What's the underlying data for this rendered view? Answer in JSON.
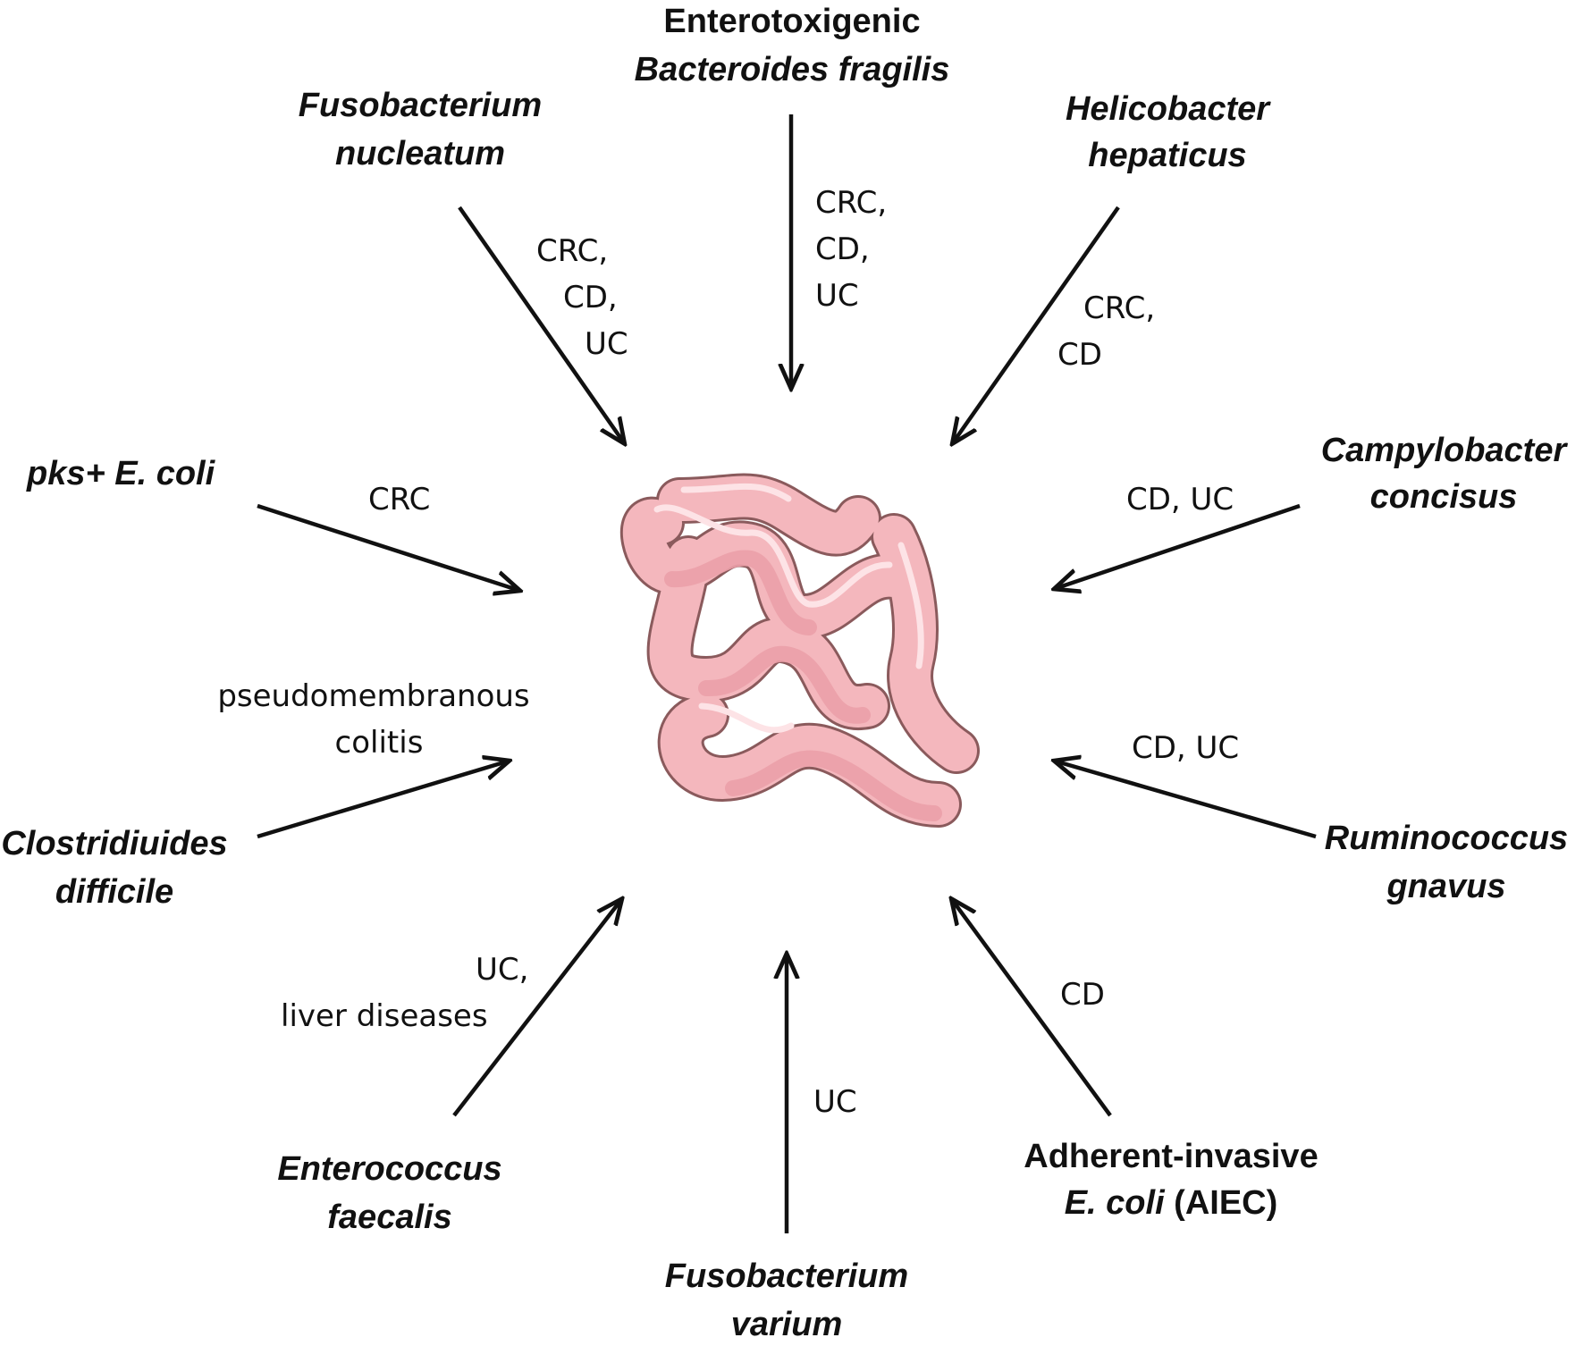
{
  "organisms": {
    "etbf": {
      "line1": "Enterotoxigenic",
      "line2": "Bacteroides fragilis"
    },
    "fuso_nucleatum": {
      "line1": "Fusobacterium",
      "line2": "nucleatum"
    },
    "helicobacter": {
      "line1": "Helicobacter",
      "line2": "hepaticus"
    },
    "pks_ecoli": {
      "line1": "pks+ E. coli"
    },
    "campylobacter": {
      "line1": "Campylobacter",
      "line2": "concisus"
    },
    "clostridiuides": {
      "line1": "Clostridiuides",
      "line2": "difficile"
    },
    "ruminococcus": {
      "line1": "Ruminococcus",
      "line2": "gnavus"
    },
    "enterococcus": {
      "line1": "Enterococcus",
      "line2": "faecalis"
    },
    "aiec": {
      "line1": "Adherent-invasive",
      "line2_italic": "E. coli",
      "line2_plain": " (AIEC)"
    },
    "fuso_varium": {
      "line1": "Fusobacterium",
      "line2": "varium"
    }
  },
  "diseases": {
    "etbf": [
      "CRC,",
      "CD,",
      "UC"
    ],
    "fuso_nucleatum": [
      "CRC,",
      "CD,",
      "UC"
    ],
    "helicobacter": [
      "CRC,",
      "CD"
    ],
    "pks_ecoli": [
      "CRC"
    ],
    "campylobacter": [
      "CD, UC"
    ],
    "clostridiuides": [
      "pseudomembranous",
      "colitis"
    ],
    "ruminococcus": [
      "CD, UC"
    ],
    "enterococcus": [
      "UC,",
      "liver diseases"
    ],
    "aiec": [
      "CD"
    ],
    "fuso_varium": [
      "UC"
    ]
  },
  "colors": {
    "text": "#111111",
    "arrow": "#111111",
    "intestine_fill": "#f4b7bd",
    "intestine_outline": "#8a5a5c",
    "background": "#ffffff"
  }
}
